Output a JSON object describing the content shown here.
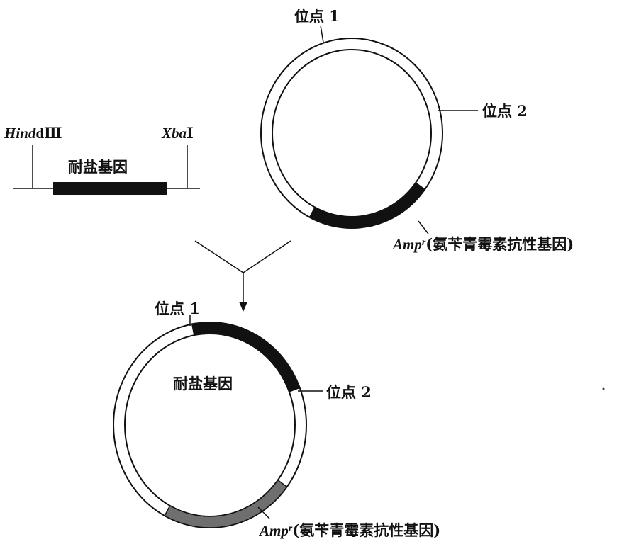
{
  "linear_dna": {
    "site_left": {
      "italic": "Hind",
      "roman": "d",
      "numeral": "Ⅲ"
    },
    "site_right": {
      "italic": "Xba",
      "numeral": "Ⅰ"
    },
    "gene_label": "耐盐基因"
  },
  "top_plasmid": {
    "site1": "位点 1",
    "site2": "位点 2",
    "amp_label": {
      "italic": "Amp",
      "sup": "r",
      "desc": "(氨苄青霉素抗性基因)"
    }
  },
  "bottom_plasmid": {
    "site1": "位点 1",
    "site2": "位点 2",
    "gene_label": "耐盐基因",
    "amp_label": {
      "italic": "Amp",
      "sup": "r",
      "desc": "(氨苄青霉素抗性基因)"
    }
  },
  "colors": {
    "gene_black": "#111111",
    "amp_gray": "#6f6f6f",
    "ring": "#111111"
  }
}
